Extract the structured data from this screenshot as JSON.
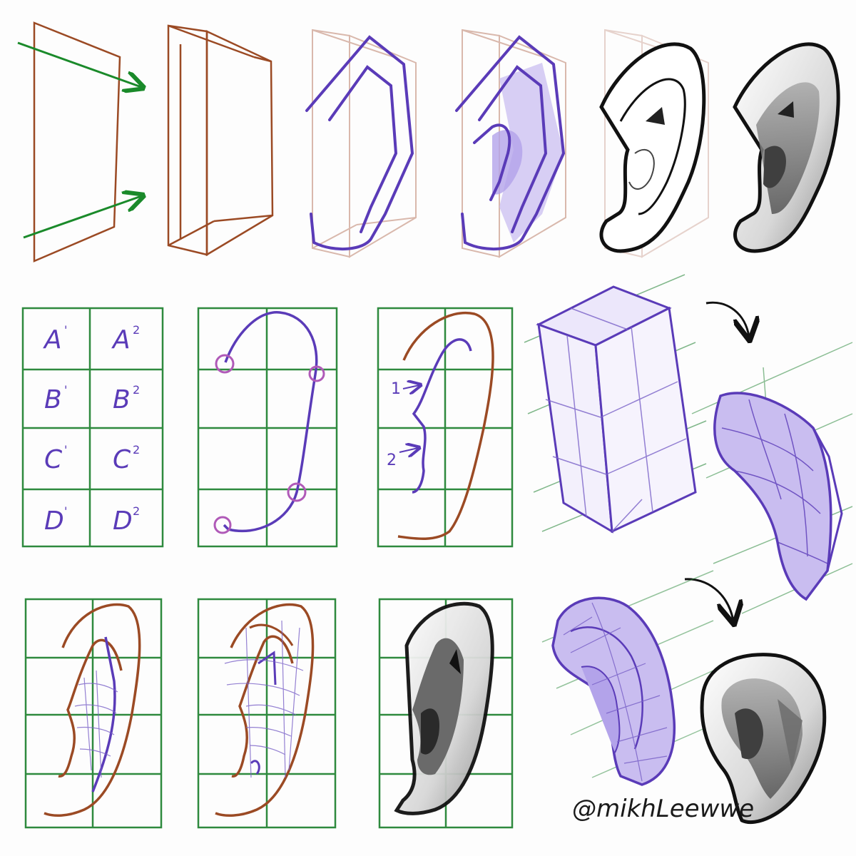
{
  "colors": {
    "brown": "#9b4a24",
    "green": "#2e8a3e",
    "arrow_green": "#1a8a2a",
    "purple": "#5a3bb8",
    "purple_fill": "#c9bdf0",
    "circle": "#b05ab8",
    "ink": "#111111",
    "gray": "#9a9a9a"
  },
  "grid_labels": [
    {
      "letter": "A",
      "sup": "'"
    },
    {
      "letter": "A",
      "sup": "2"
    },
    {
      "letter": "B",
      "sup": "'"
    },
    {
      "letter": "B",
      "sup": "2"
    },
    {
      "letter": "C",
      "sup": "'"
    },
    {
      "letter": "C",
      "sup": "2"
    },
    {
      "letter": "D",
      "sup": "'"
    },
    {
      "letter": "D",
      "sup": "2"
    }
  ],
  "step_markers": [
    {
      "label": "1"
    },
    {
      "label": "2"
    }
  ],
  "signature": "@mikhLeewwe"
}
